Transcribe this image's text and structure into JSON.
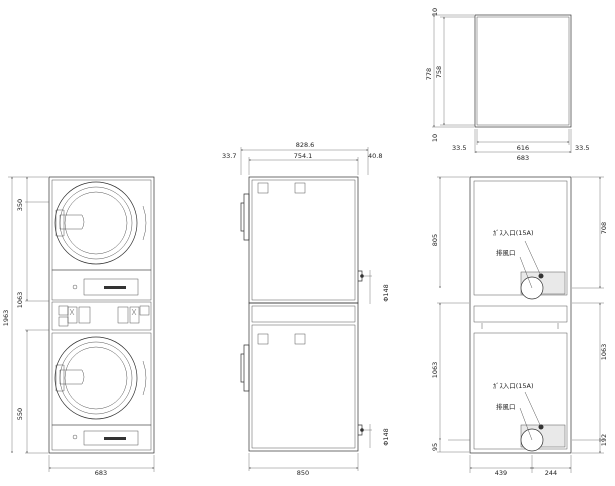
{
  "front_view": {
    "dim_total_height": "1963",
    "dim_upper_door": "350",
    "dim_unit_height": "1063",
    "dim_lower_door": "550",
    "dim_width": "683"
  },
  "side_view": {
    "dim_overall_depth": "828.6",
    "dim_front_offset": "33.7",
    "dim_body_depth": "754.1",
    "dim_rear_offset": "40.8",
    "dim_exhaust_upper": "Φ148",
    "dim_exhaust_lower": "Φ148",
    "dim_base_depth": "850"
  },
  "stand_view": {
    "dim_top_margin": "10",
    "dim_inner_height": "758",
    "dim_total_height": "778",
    "dim_bottom_margin": "10",
    "dim_left_offset": "33.5",
    "dim_inner_width": "616",
    "dim_right_offset": "33.5",
    "dim_outer_width": "683"
  },
  "rear_view": {
    "dim_upper_height": "805",
    "dim_upper_outlet_height": "708",
    "gas_inlet_upper": "ｶﾞｽ入口(15A)",
    "exhaust_upper": "排風口",
    "dim_lower_unit": "1063",
    "dim_lower_unit_right": "1063",
    "gas_inlet_lower": "ｶﾞｽ入口(15A)",
    "exhaust_lower": "排風口",
    "dim_lower_offset": "95",
    "dim_lower_outlet_height": "192",
    "dim_left_width": "439",
    "dim_right_width": "244"
  },
  "colors": {
    "line": "#333333",
    "background": "#ffffff",
    "panel_fill": "#e9e9e9"
  }
}
